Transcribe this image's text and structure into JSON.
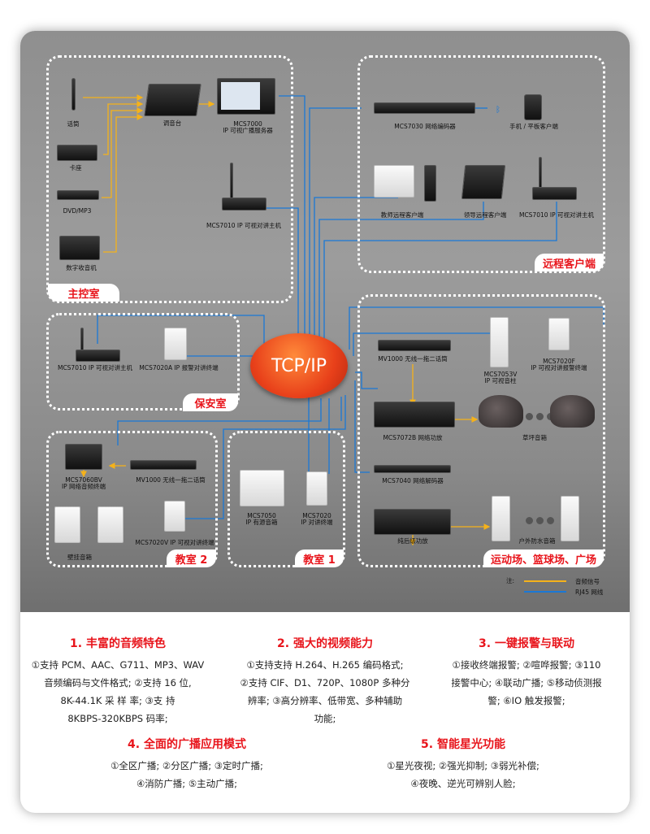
{
  "center": {
    "label": "TCP/IP",
    "color": "#e8401a"
  },
  "colors": {
    "audio_signal": "#f5b21a",
    "rj45": "#1a78d6",
    "region_label": "#e8141b"
  },
  "regions": {
    "control_room": {
      "label": "主控室",
      "devices": [
        "话筒",
        "卡座",
        "DVD/MP3",
        "数字收音机",
        "调音台",
        "MCS7000",
        "IP 可视广播服务器",
        "MCS7010 IP 可视对讲主机"
      ]
    },
    "remote": {
      "label": "远程客户端",
      "devices": [
        "MCS7030 网络编码器",
        "手机 / 平板客户端",
        "教师远程客户端",
        "领导远程客户端",
        "MCS7010 IP 可视对讲主机"
      ]
    },
    "security": {
      "label": "保安室",
      "devices": [
        "MCS7010 IP 可视对讲主机",
        "MCS7020A IP 报警对讲终端"
      ]
    },
    "classroom2": {
      "label": "教室 2",
      "devices": [
        "MCS7060BV",
        "IP 网络音频终端",
        "MV1000 无线一拖二话筒",
        "壁挂音箱",
        "MCS7020V IP 可视对讲终端"
      ]
    },
    "classroom1": {
      "label": "教室 1",
      "devices": [
        "MCS7050",
        "IP 有源音箱",
        "MCS7020",
        "IP 对讲终端"
      ]
    },
    "sports": {
      "label": "运动场、篮球场、广场",
      "devices": [
        "MV1000 无线一拖二话筒",
        "MCS7053V",
        "IP 可视音柱",
        "MCS7020F",
        "IP 可视对讲报警终端",
        "MCS7072B 网络功放",
        "草坪音箱",
        "MCS7040 网络解码器",
        "纯后级功放",
        "户外防水音箱"
      ]
    }
  },
  "legend": {
    "note": "注:",
    "audio": "音频信号",
    "rj45": "RJ45 网线"
  },
  "features": [
    {
      "title": "1. 丰富的音频特色",
      "lines": [
        "①支持 PCM、AAC、G711、MP3、WAV",
        "音频编码与文件格式; ②支持 16 位,",
        "8K-44.1K 采 样 率; ③支 持",
        "8KBPS-320KBPS 码率;"
      ]
    },
    {
      "title": "2. 强大的视频能力",
      "lines": [
        "①支持支持 H.264、H.265 编码格式;",
        "②支持 CIF、D1、720P、1080P 多种分",
        "辨率; ③高分辨率、低带宽、多种辅助",
        "功能;"
      ]
    },
    {
      "title": "3. 一键报警与联动",
      "lines": [
        "①接收终端报警; ②喧哗报警; ③110",
        "接警中心; ④联动广播; ⑤移动侦测报",
        "警; ⑥IO 触发报警;"
      ]
    },
    {
      "title": "4. 全面的广播应用模式",
      "lines": [
        "①全区广播; ②分区广播; ③定时广播;",
        "④消防广播; ⑤主动广播;"
      ]
    },
    {
      "title": "5. 智能星光功能",
      "lines": [
        "①星光夜视; ②强光抑制; ③弱光补偿;",
        "④夜晚、逆光可辨别人脸;"
      ]
    }
  ]
}
